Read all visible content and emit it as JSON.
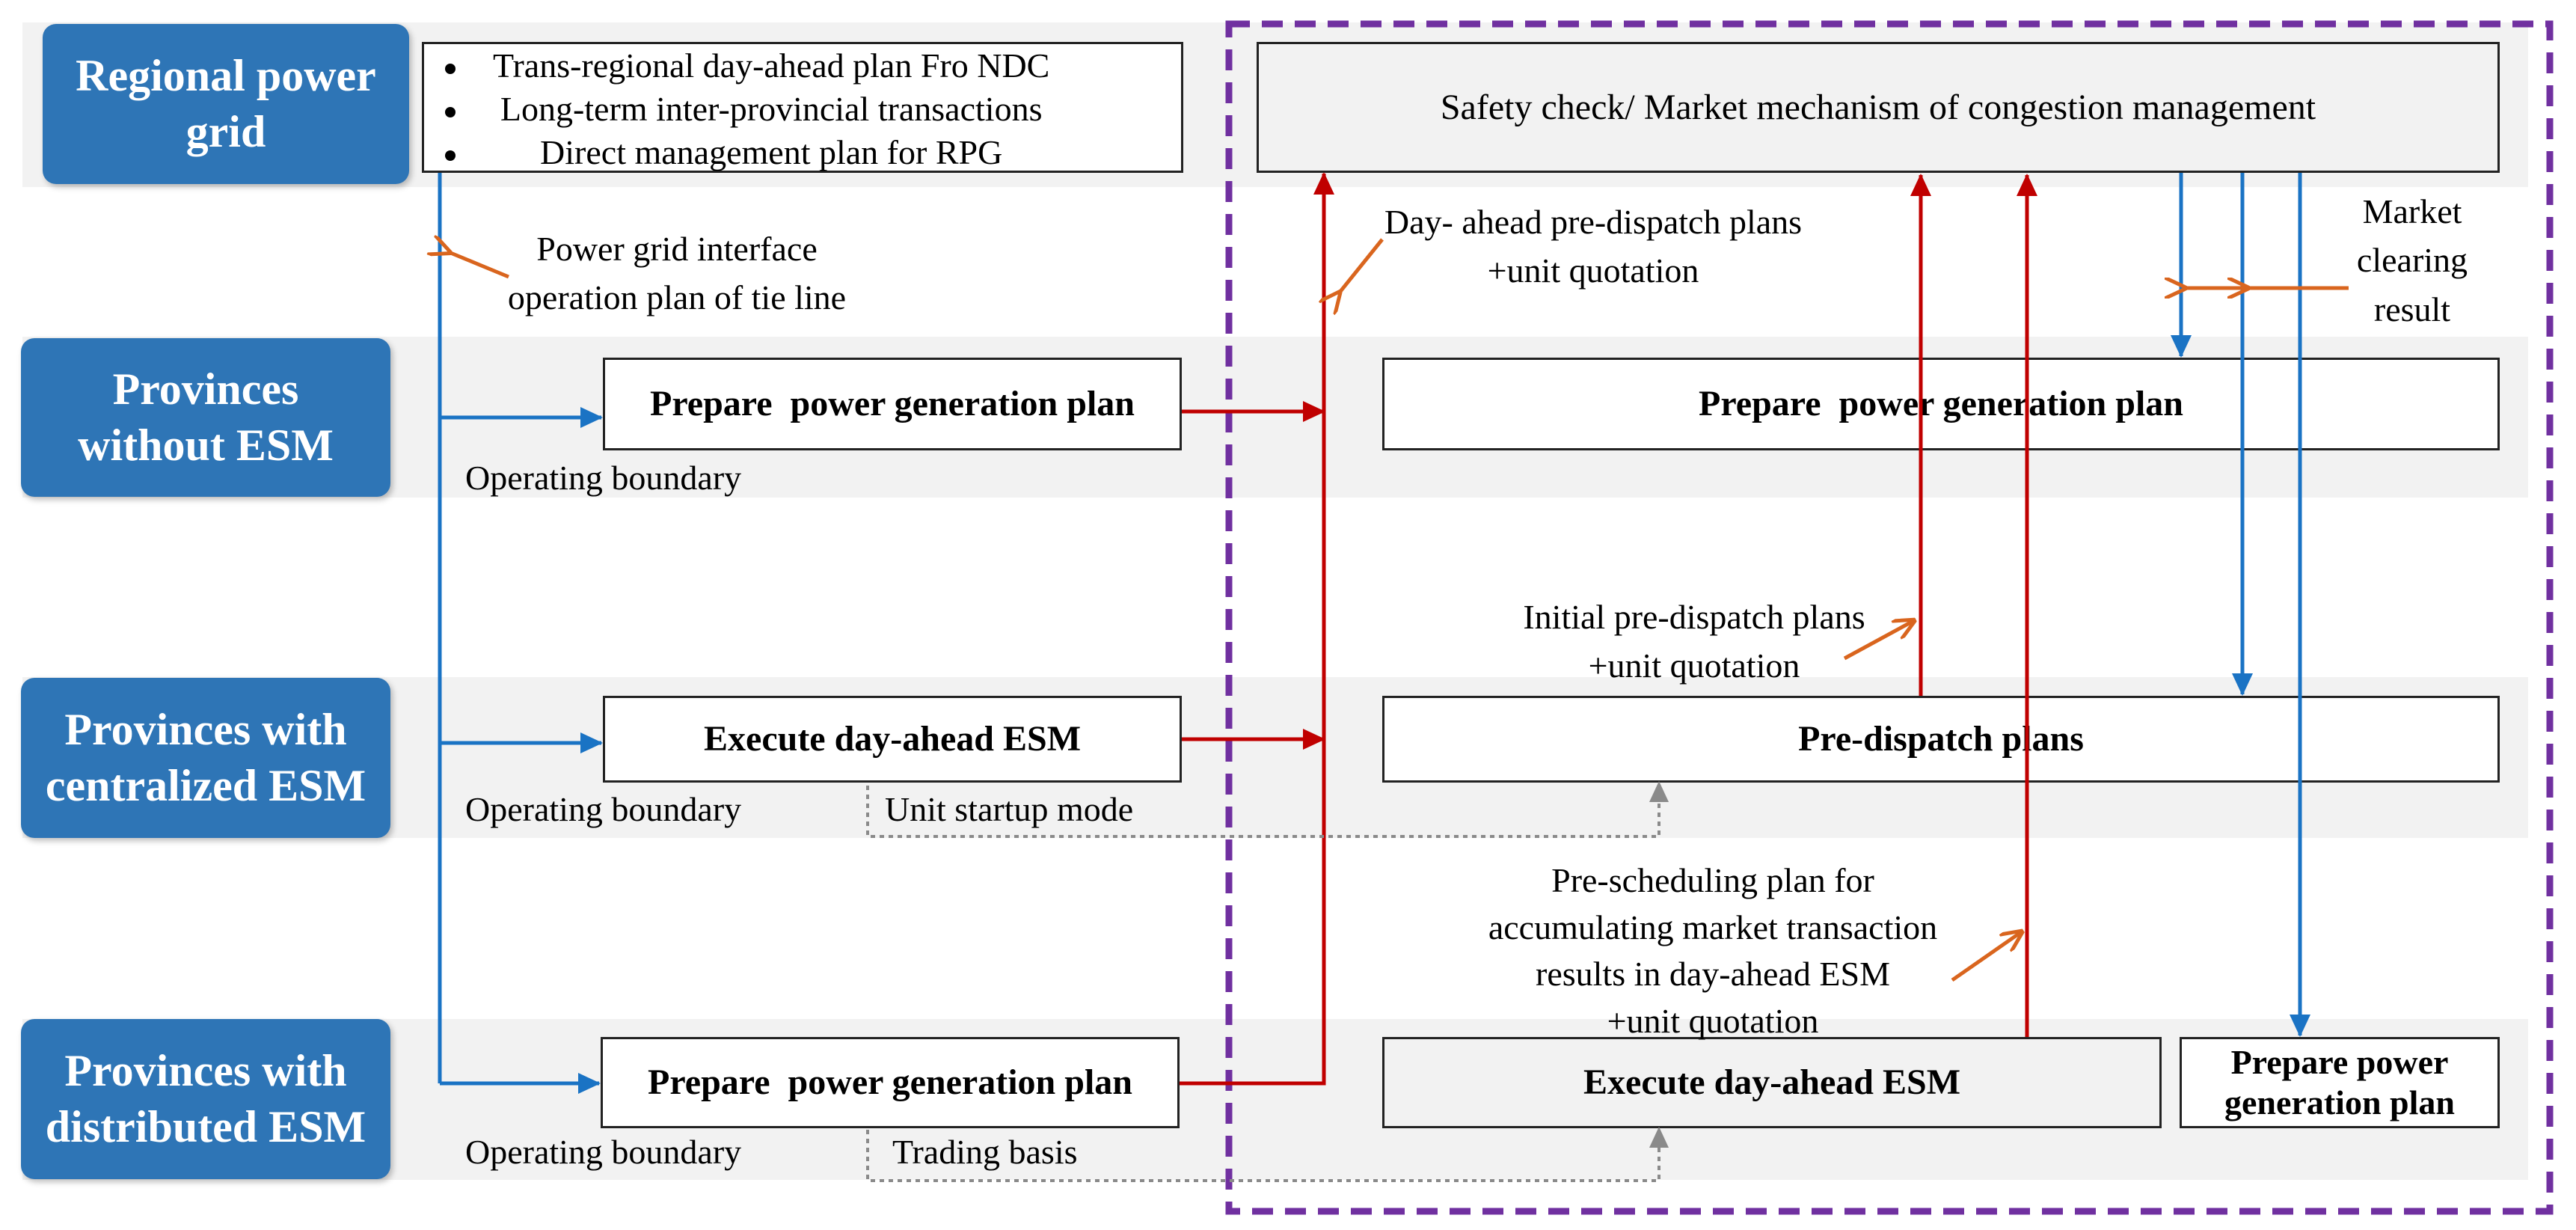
{
  "rows": {
    "regional": {
      "label": "Regional power grid"
    },
    "without": {
      "label": "Provinces without  ESM"
    },
    "centralized": {
      "label": "Provinces with centralized ESM"
    },
    "distributed": {
      "label": "Provinces with distributed ESM"
    }
  },
  "regional_items": [
    "Trans-regional day-ahead plan Fro NDC",
    "Long-term inter-provincial transactions",
    "Direct management plan for RPG"
  ],
  "boxes": {
    "safety_check": "Safety check/ Market mechanism of congestion management",
    "without_left": "Prepare  power generation plan",
    "without_right": "Prepare  power generation plan",
    "centralized_left": "Execute day-ahead ESM",
    "centralized_right": "Pre-dispatch plans",
    "distributed_left": "Prepare  power generation plan",
    "distributed_mid": "Execute day-ahead ESM",
    "distributed_right": "Prepare  power generation plan"
  },
  "annotations": {
    "interface_plan": "Power grid interface\noperation plan of tie line",
    "day_ahead_predispatch": "Day- ahead pre-dispatch plans\n+unit quotation",
    "market_clearing": "Market\nclearing\nresult",
    "initial_predispatch": "Initial pre-dispatch plans\n+unit quotation",
    "prescheduling": "Pre-scheduling plan for\naccumulating market transaction\nresults in day-ahead ESM\n+unit quotation",
    "operating_boundary_1": "Operating boundary",
    "operating_boundary_2": "Operating boundary",
    "operating_boundary_3": "Operating boundary",
    "unit_startup_mode": "Unit startup mode",
    "trading_basis": "Trading basis"
  },
  "colors": {
    "label_blue": "#2e75b6",
    "band_grey": "#f2f2f2",
    "arrow_blue": "#1a73c4",
    "arrow_red": "#c00000",
    "arrow_orange": "#d9651e",
    "dashed_purple": "#7030a0",
    "dotted_grey": "#8a8a8a"
  }
}
